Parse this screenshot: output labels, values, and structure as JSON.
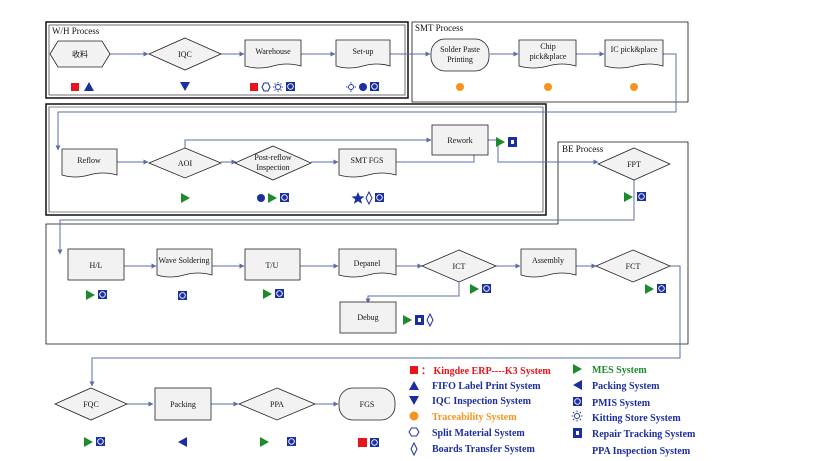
{
  "sections": {
    "wh": "W/H Process",
    "smt": "SMT Process",
    "be": "BE Process"
  },
  "nodes": {
    "receive": "收料",
    "iqc": "IQC",
    "warehouse": "Warehouse",
    "setup": "Set-up",
    "solder_paste_1": "Solder Paste",
    "solder_paste_2": "Printing",
    "chip_1": "Chip",
    "chip_2": "pick&place",
    "ic_place": "IC pick&place",
    "reflow": "Reflow",
    "aoi": "AOI",
    "post_reflow_1": "Post-reflow",
    "post_reflow_2": "Inspection",
    "smt_fgs": "SMT FGS",
    "rework": "Rework",
    "fpt": "FPT",
    "hl": "H/L",
    "wave": "Wave Soldering",
    "tu": "T/U",
    "depanel": "Depanel",
    "ict": "ICT",
    "assembly": "Assembly",
    "fct": "FCT",
    "debug": "Debug",
    "fqc": "FQC",
    "packing": "Packing",
    "ppa": "PPA",
    "fgs": "FGS"
  },
  "legend": [
    {
      "symbol": "red-square",
      "text": "：  Kingdee ERP----K3 System",
      "color": "#e8141a"
    },
    {
      "symbol": "blue-triangle-up",
      "text": "FIFO Label Print System",
      "color": "#1c2fa0"
    },
    {
      "symbol": "blue-triangle-down",
      "text": "IQC Inspection System",
      "color": "#1c2fa0"
    },
    {
      "symbol": "orange-circle",
      "text": "Traceability System",
      "color": "#f7941d"
    },
    {
      "symbol": "hexagon-outline",
      "text": "Split Material System",
      "color": "#1c2fa0"
    },
    {
      "symbol": "diamond-outline",
      "text": "Boards Transfer  System",
      "color": "#1c2fa0"
    },
    {
      "symbol": "green-triangle-right",
      "text": "MES System",
      "color": "#1e8a2e"
    },
    {
      "symbol": "blue-triangle-left",
      "text": "Packing System",
      "color": "#1c2fa0"
    },
    {
      "symbol": "pmis-square",
      "text": "PMIS System",
      "color": "#1c2fa0"
    },
    {
      "symbol": "sun-outline",
      "text": "Kitting Store System",
      "color": "#1c2fa0"
    },
    {
      "symbol": "repair-square",
      "text": "Repair Tracking System",
      "color": "#1c2fa0"
    },
    {
      "symbol": "blank",
      "text": "PPA Inspection System",
      "color": "#1c2fa0"
    }
  ],
  "colors": {
    "red": "#e8141a",
    "blue": "#1c2fa0",
    "green": "#1e8a2e",
    "orange": "#f7941d",
    "shape_fill": "#f2f2f2",
    "line": "#5a6fa8"
  }
}
